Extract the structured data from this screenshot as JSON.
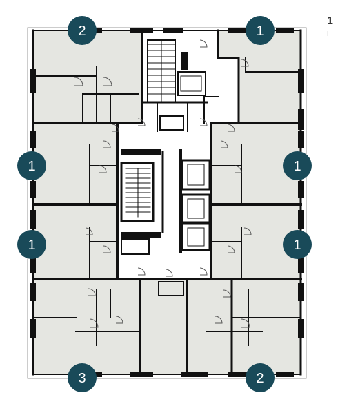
{
  "colors": {
    "room_fill": "#e5e6e1",
    "wall": "#111111",
    "marker": "#194a59",
    "marker_text": "#ffffff",
    "white": "#ffffff"
  },
  "legend_side_text": {
    "top": "1",
    "bottom": "I"
  },
  "markers": [
    {
      "id": "top-left",
      "label": "2"
    },
    {
      "id": "top-right",
      "label": "1"
    },
    {
      "id": "left-upper",
      "label": "1"
    },
    {
      "id": "right-upper",
      "label": "1"
    },
    {
      "id": "left-lower",
      "label": "1"
    },
    {
      "id": "right-lower",
      "label": "1"
    },
    {
      "id": "bottom-left",
      "label": "3"
    },
    {
      "id": "bottom-right",
      "label": "2"
    }
  ]
}
